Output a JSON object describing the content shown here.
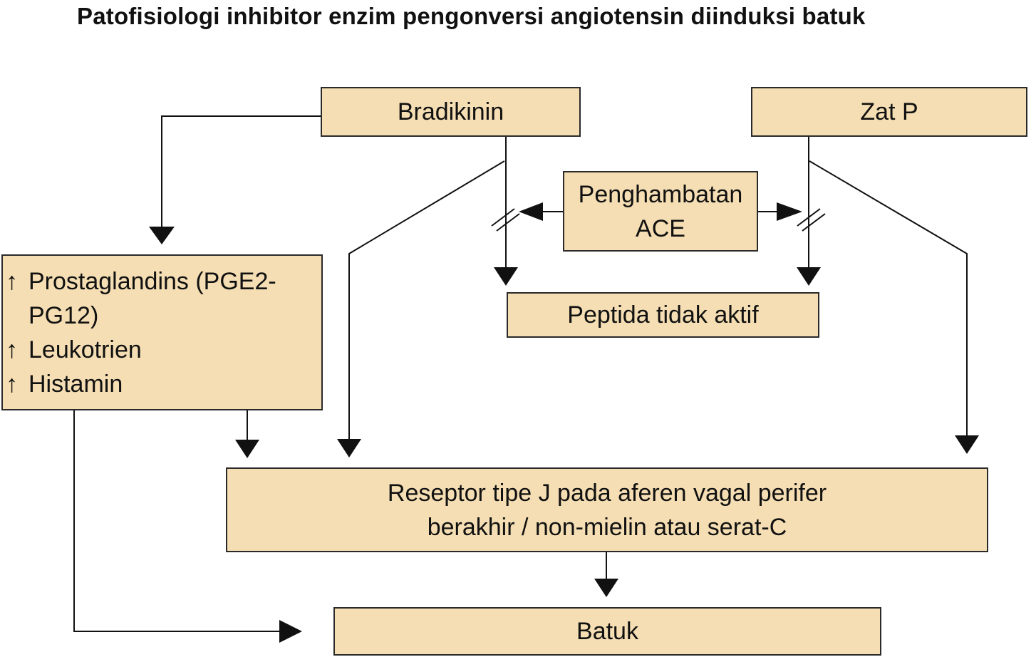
{
  "title": "Patofisiologi inhibitor enzim pengonversi angiotensin diinduksi batuk",
  "nodes": {
    "bradikinin": "Bradikinin",
    "zat_p": "Zat P",
    "penghambatan_line1": "Penghambatan",
    "penghambatan_line2": "ACE",
    "peptida": "Peptida tidak aktif",
    "mediators": {
      "arrow": "↑",
      "prostaglandins_line1": "Prostaglandins (PGE2-",
      "prostaglandins_line2": "PG12)",
      "leukotrien": "Leukotrien",
      "histamin": "Histamin"
    },
    "reseptor_line1": "Reseptor tipe J pada aferen vagal perifer",
    "reseptor_line2": "berakhir / non-mielin atau serat-C",
    "batuk": "Batuk"
  },
  "colors": {
    "box_fill": "#f5deb3",
    "line": "#111111"
  }
}
